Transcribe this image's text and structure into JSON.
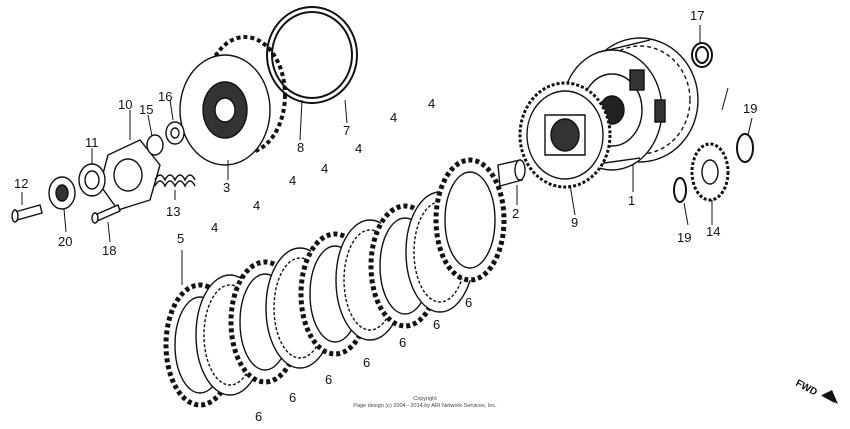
{
  "diagram": {
    "callouts": [
      {
        "id": "c1",
        "label": "1"
      },
      {
        "id": "c2",
        "label": "2"
      },
      {
        "id": "c3",
        "label": "3"
      },
      {
        "id": "c4a",
        "label": "4"
      },
      {
        "id": "c4b",
        "label": "4"
      },
      {
        "id": "c4c",
        "label": "4"
      },
      {
        "id": "c4d",
        "label": "4"
      },
      {
        "id": "c4e",
        "label": "4"
      },
      {
        "id": "c4f",
        "label": "4"
      },
      {
        "id": "c4g",
        "label": "4"
      },
      {
        "id": "c5",
        "label": "5"
      },
      {
        "id": "c6a",
        "label": "6"
      },
      {
        "id": "c6b",
        "label": "6"
      },
      {
        "id": "c6c",
        "label": "6"
      },
      {
        "id": "c6d",
        "label": "6"
      },
      {
        "id": "c6e",
        "label": "6"
      },
      {
        "id": "c6f",
        "label": "6"
      },
      {
        "id": "c6g",
        "label": "6"
      },
      {
        "id": "c7",
        "label": "7"
      },
      {
        "id": "c8",
        "label": "8"
      },
      {
        "id": "c9",
        "label": "9"
      },
      {
        "id": "c10",
        "label": "10"
      },
      {
        "id": "c11",
        "label": "11"
      },
      {
        "id": "c12",
        "label": "12"
      },
      {
        "id": "c13",
        "label": "13"
      },
      {
        "id": "c14",
        "label": "14"
      },
      {
        "id": "c15",
        "label": "15"
      },
      {
        "id": "c16",
        "label": "16"
      },
      {
        "id": "c17",
        "label": "17"
      },
      {
        "id": "c18",
        "label": "18"
      },
      {
        "id": "c19a",
        "label": "19"
      },
      {
        "id": "c19b",
        "label": "19"
      },
      {
        "id": "c20",
        "label": "20"
      }
    ],
    "copyright_line1": "Copyright",
    "copyright_line2": "Page design (c) 2004 - 2014 by ARI Network Services, Inc.",
    "fwd_label": "FWD"
  }
}
